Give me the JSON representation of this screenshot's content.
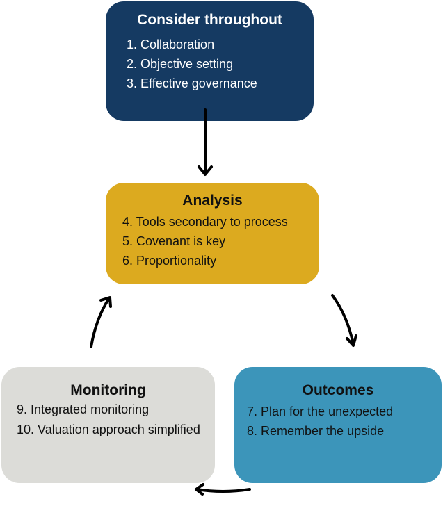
{
  "diagram": {
    "nodes": [
      {
        "id": "consider",
        "title": "Consider throughout",
        "color": "#153a62",
        "items": [
          "1. Collaboration",
          "2. Objective setting",
          "3. Effective governance"
        ]
      },
      {
        "id": "analysis",
        "title": "Analysis",
        "color": "#dcaa1f",
        "items": [
          "4. Tools secondary to process",
          "5. Covenant is key",
          "6. Proportionality"
        ]
      },
      {
        "id": "outcomes",
        "title": "Outcomes",
        "color": "#3c95ba",
        "items": [
          "7. Plan for the unexpected",
          "8. Remember the upside"
        ]
      },
      {
        "id": "monitoring",
        "title": "Monitoring",
        "color": "#dcdcd8",
        "items": [
          "9. Integrated monitoring",
          "10. Valuation approach simplified"
        ]
      }
    ],
    "edges": [
      {
        "from": "consider",
        "to": "analysis"
      },
      {
        "from": "analysis",
        "to": "outcomes"
      },
      {
        "from": "outcomes",
        "to": "monitoring"
      },
      {
        "from": "monitoring",
        "to": "analysis"
      }
    ]
  }
}
